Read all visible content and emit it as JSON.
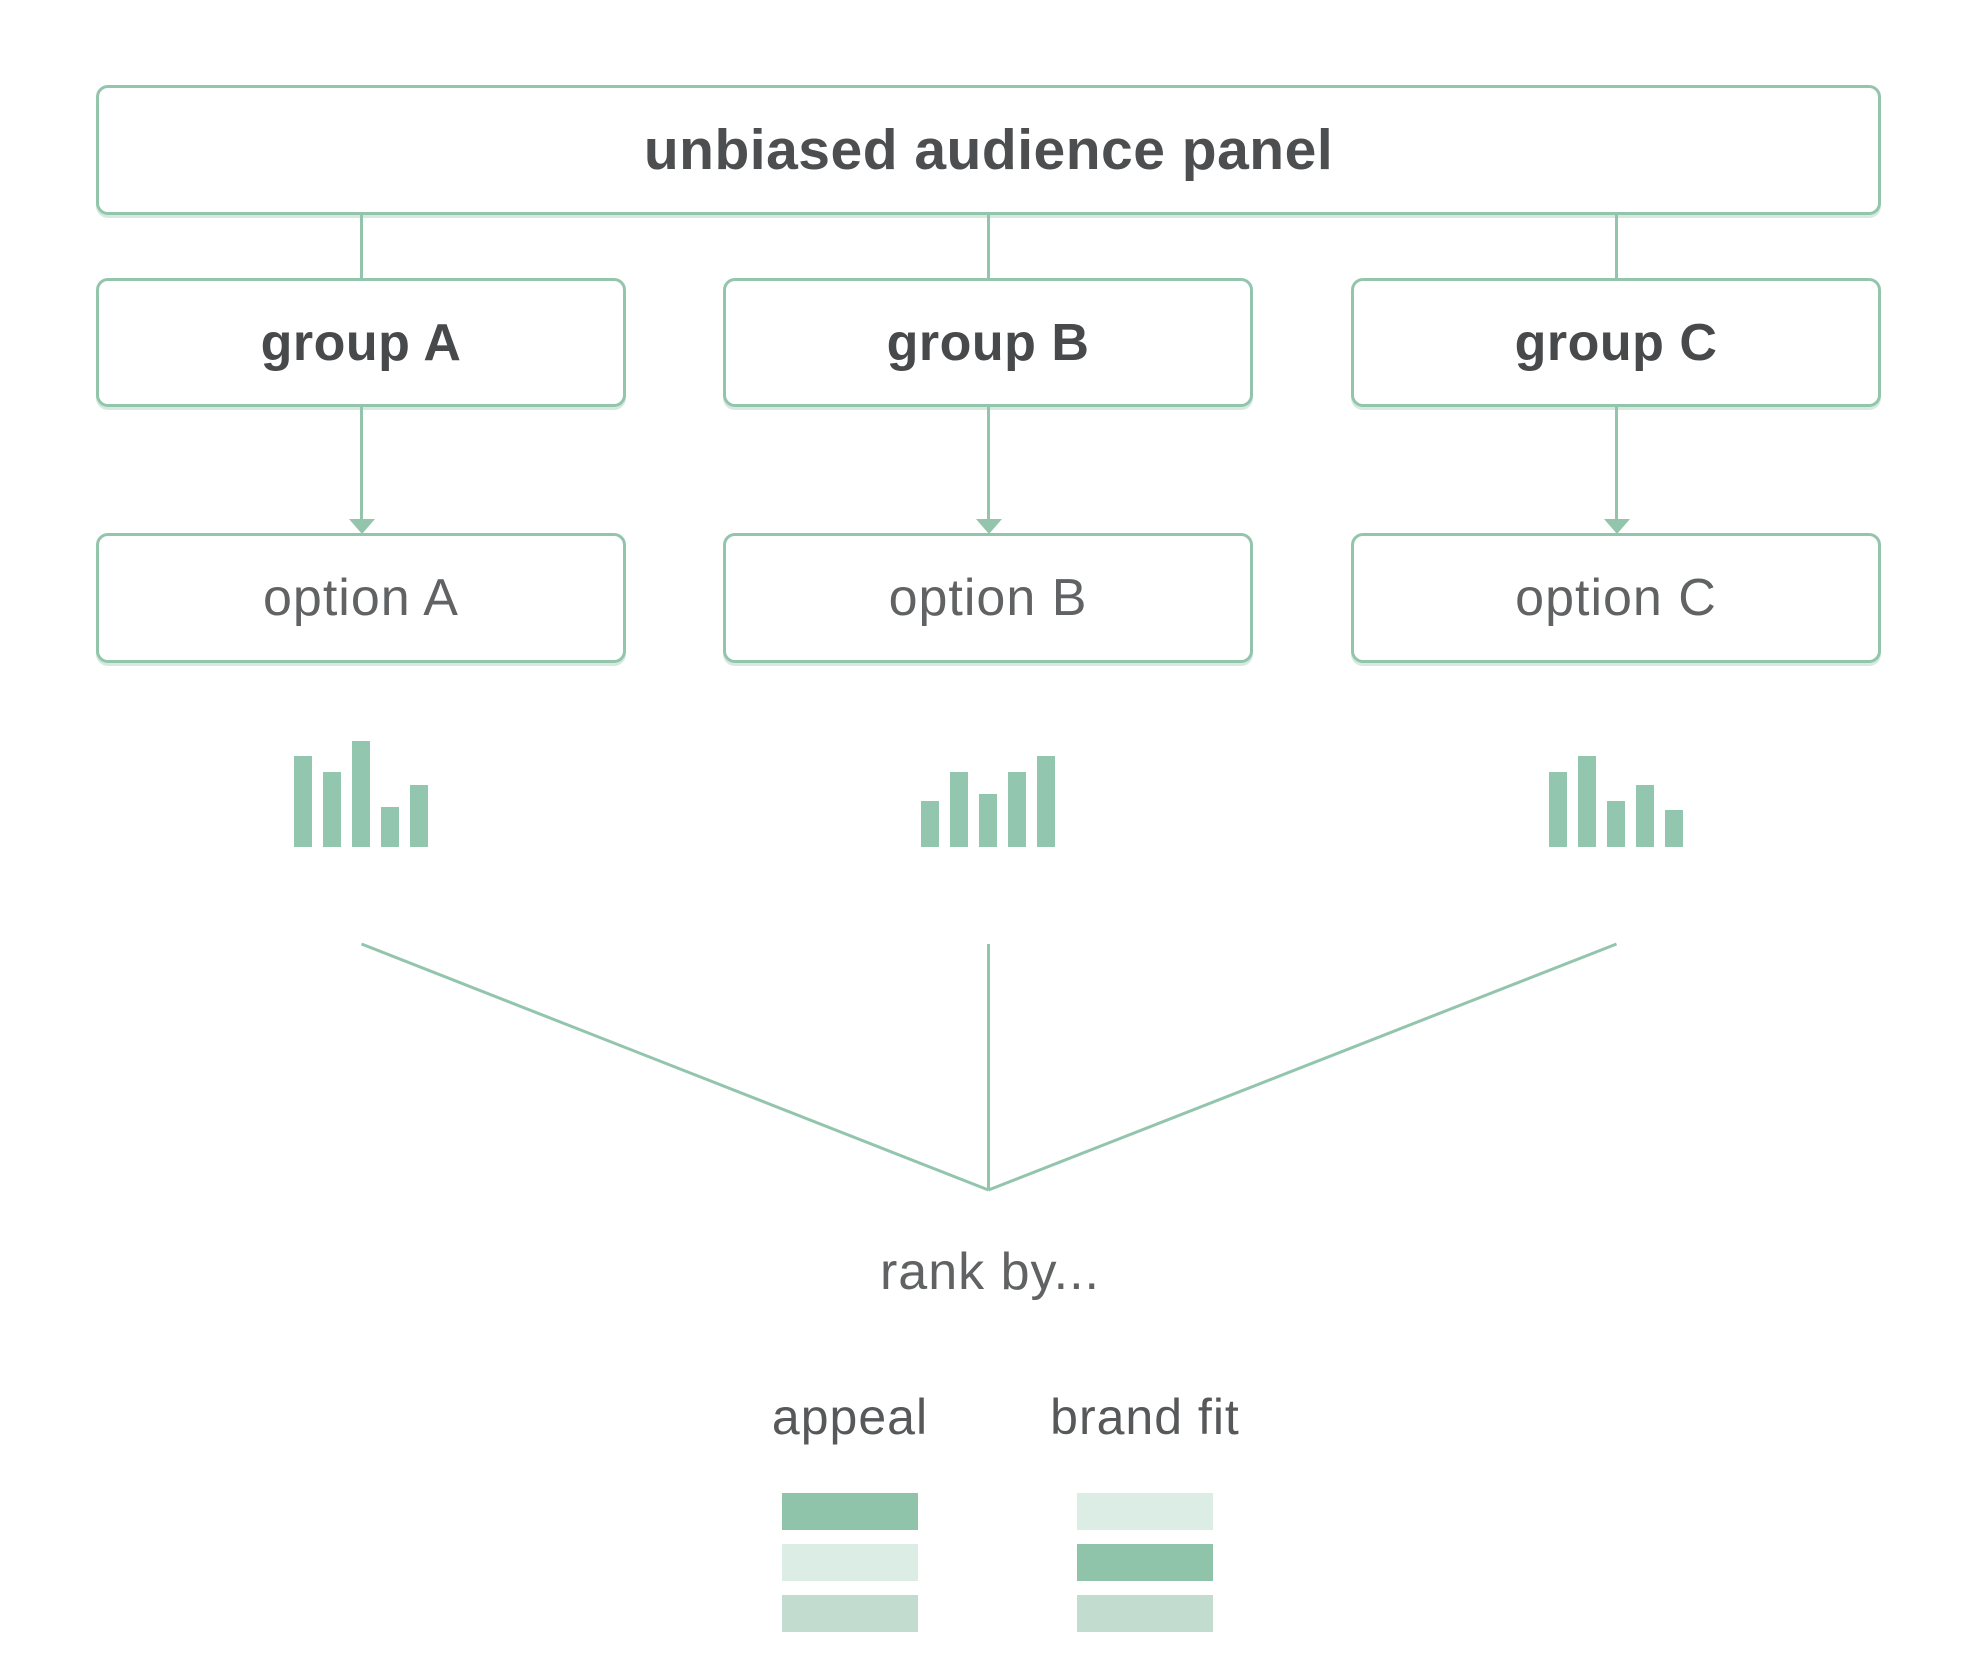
{
  "palette": {
    "stroke_green": "#93c5ad",
    "bar_chart_green": "#93c6ae",
    "swatch_medium": "#8fc4ab",
    "swatch_light": "#c2ddd0",
    "swatch_xlight": "#dcede5",
    "heading_text": "#4c4e4f",
    "secondary_text": "#606263"
  },
  "root": {
    "label": "unbiased audience panel"
  },
  "columns": [
    {
      "group_label": "group A",
      "option_label": "option A",
      "bar_heights": [
        91,
        75,
        106,
        40,
        62
      ]
    },
    {
      "group_label": "group B",
      "option_label": "option B",
      "bar_heights": [
        46,
        75,
        53,
        75,
        91
      ]
    },
    {
      "group_label": "group C",
      "option_label": "option C",
      "bar_heights": [
        75,
        91,
        46,
        62,
        37
      ]
    }
  ],
  "rank": {
    "label": "rank by...",
    "criteria": [
      {
        "label": "appeal",
        "swatches": [
          "medium",
          "xlight",
          "light"
        ]
      },
      {
        "label": "brand fit",
        "swatches": [
          "xlight",
          "medium",
          "light"
        ]
      }
    ]
  }
}
